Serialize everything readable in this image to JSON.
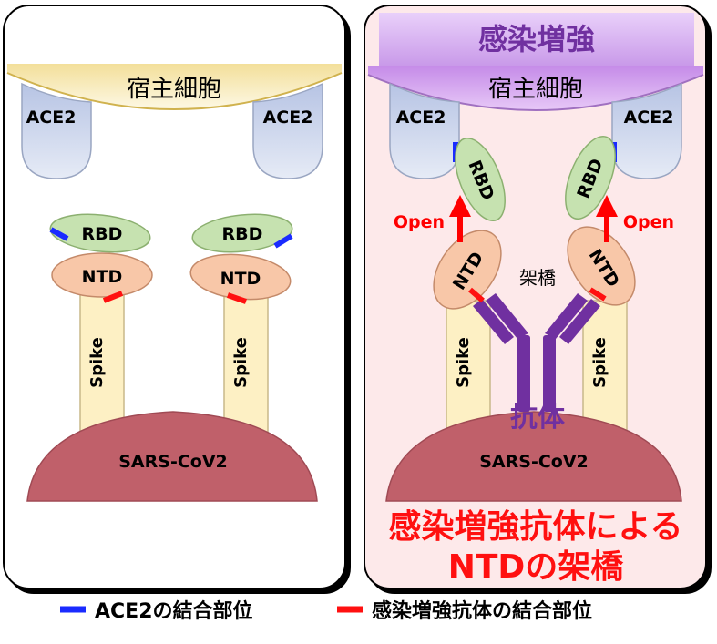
{
  "left_panel": {
    "host_cell": "宿主細胞",
    "ace2_left": "ACE2",
    "ace2_right": "ACE2",
    "rbd_left": "RBD",
    "rbd_right": "RBD",
    "ntd_left": "NTD",
    "ntd_right": "NTD",
    "spike_left": "Spike",
    "spike_right": "Spike",
    "virus": "SARS-CoV2"
  },
  "right_panel": {
    "banner": "感染増強",
    "host_cell": "宿主細胞",
    "ace2_left": "ACE2",
    "ace2_right": "ACE2",
    "rbd_left": "RBD",
    "rbd_right": "RBD",
    "open_left": "Open",
    "open_right": "Open",
    "ntd_left": "NTD",
    "ntd_right": "NTD",
    "crosslink": "架橋",
    "antibody": "抗体",
    "spike_left": "Spike",
    "spike_right": "Spike",
    "virus": "SARS-CoV2",
    "caption_line1": "感染増強抗体による",
    "caption_line2": "NTDの架橋"
  },
  "legend": {
    "ace2_site": "ACE2の結合部位",
    "enhancing_site": "感染増強抗体の結合部位"
  },
  "colors": {
    "ace2_site": "#1a2bff",
    "enhancing_site": "#ff1010",
    "antibody": "#7030a0",
    "open_arrow": "#ff0000",
    "virus": "#c0606a",
    "spike": "#fdf0c4",
    "ntd": "#f8c7a8",
    "rbd": "#c6e2b0",
    "ace2": "#d4dcef",
    "host_cell_left": "#fdf6d8",
    "host_cell_right": "#d9a9f0",
    "right_background": "#fde9ea",
    "banner": "#d9a9f0"
  }
}
